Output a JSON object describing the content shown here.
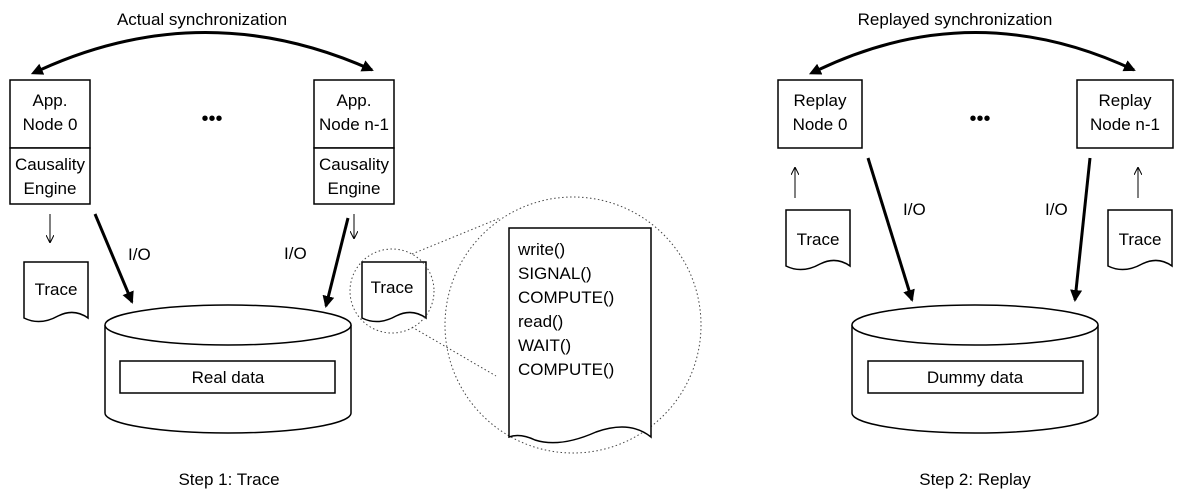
{
  "step1": {
    "sync_label": "Actual synchronization",
    "node0": [
      "App.",
      "Node 0"
    ],
    "noden": [
      "App.",
      "Node n-1"
    ],
    "engine": [
      "Causality",
      "Engine"
    ],
    "ellipsis": "•••",
    "io_label": "I/O",
    "trace_label": "Trace",
    "disk_label": "Real data",
    "caption": "Step 1: Trace",
    "trace_contents": [
      "write()",
      "SIGNAL()",
      "COMPUTE()",
      "read()",
      "WAIT()",
      "COMPUTE()"
    ]
  },
  "step2": {
    "sync_label": "Replayed synchronization",
    "node0": [
      "Replay",
      "Node 0"
    ],
    "noden": [
      "Replay",
      "Node n-1"
    ],
    "ellipsis": "•••",
    "io_label": "I/O",
    "trace_label": "Trace",
    "disk_label": "Dummy data",
    "caption": "Step 2: Replay"
  }
}
